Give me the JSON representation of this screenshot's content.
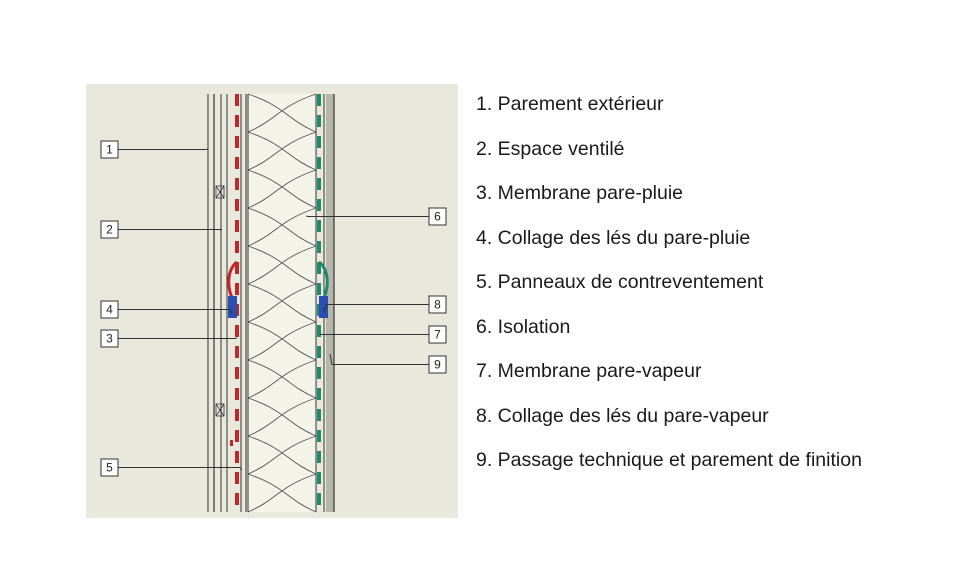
{
  "diagram": {
    "callouts": [
      "1",
      "2",
      "4",
      "3",
      "5",
      "6",
      "8",
      "7",
      "9"
    ],
    "colors": {
      "background": "#e9e8dd",
      "rain_barrier": "#c0262a",
      "vapour_barrier": "#1f8a6a",
      "tape": "#2b4fb0",
      "insulation_fill": "#f4f3ea",
      "lines": "#333333"
    }
  },
  "legend": {
    "items": [
      "1. Parement extérieur",
      "2. Espace ventilé",
      "3. Membrane pare-pluie",
      "4. Collage des lés du pare-pluie",
      "5. Panneaux de contreventement",
      "6. Isolation",
      "7. Membrane pare-vapeur",
      "8. Collage des lés du pare-vapeur",
      "9. Passage technique et parement de finition"
    ]
  }
}
